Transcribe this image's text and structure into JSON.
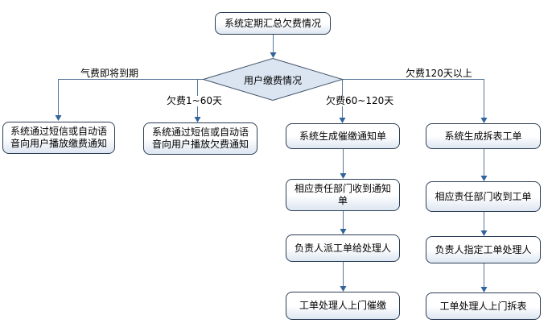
{
  "flow": {
    "start": "系统定期汇总欠费情况",
    "decision": "用户缴费情况",
    "branches": {
      "due_soon": "气费即将到期",
      "d1_60": "欠费1~60天",
      "d60_120": "欠费60~120天",
      "d120_plus": "欠费120天以上"
    },
    "nodes": {
      "notify_pay": "系统通过短信或自动语音向用户播放缴费通知",
      "notify_arrears": "系统通过短信或自动语音向用户播放欠费通知",
      "col3": [
        "系统生成催缴通知单",
        "相应责任部门收到通知单",
        "负责人派工单给处理人",
        "工单处理人上门催缴"
      ],
      "col4": [
        "系统生成拆表工单",
        "相应责任部门收到工单",
        "负责人指定工单处理人",
        "工单处理人上门拆表"
      ]
    },
    "colors": {
      "line": "#55779c",
      "arrowhead": "#31649b",
      "diamond_fill": "#dbe5f1",
      "diamond_border": "#45586e",
      "box_border": "#2c3e55",
      "box_fill_top": "#ffffff",
      "box_fill_bottom": "#dde6f1",
      "background": "#ffffff"
    }
  }
}
